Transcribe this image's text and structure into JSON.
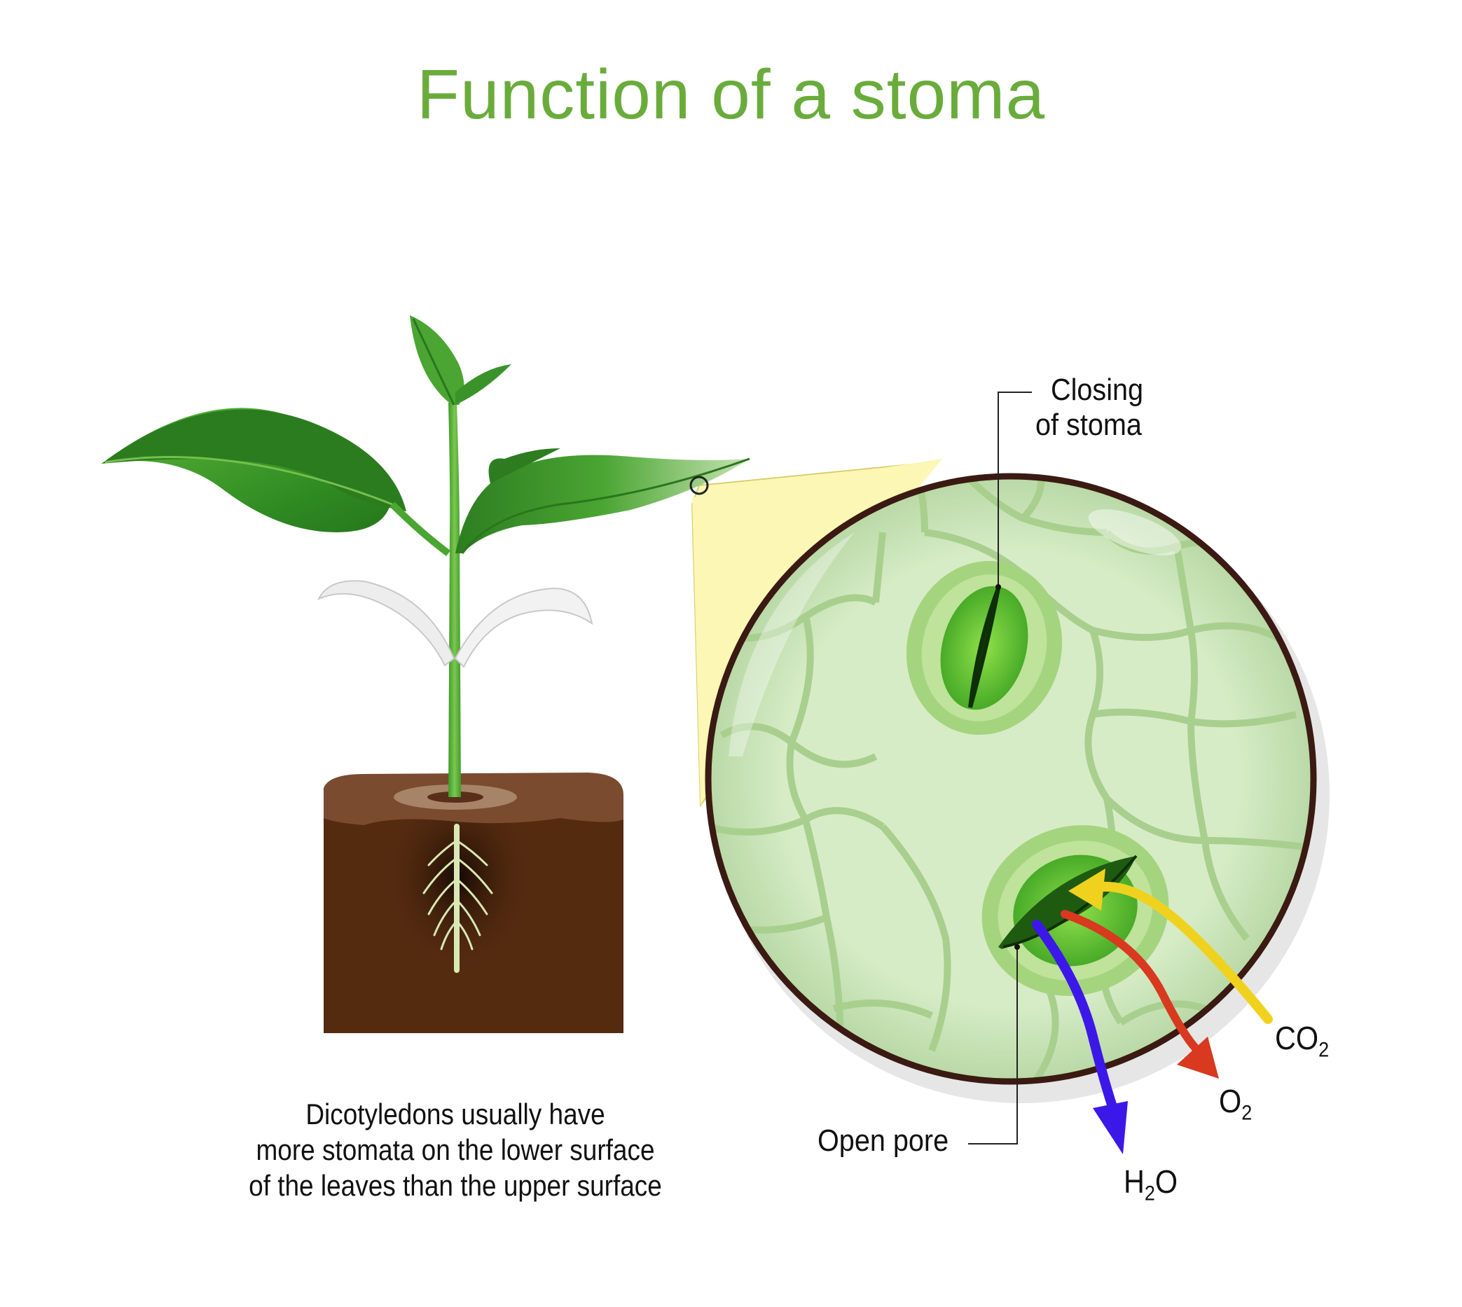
{
  "title": "Function of a stoma",
  "caption": {
    "line1": "Dicotyledons usually have",
    "line2": "more  stomata on the lower surface",
    "line3": "of the leaves than the upper surface"
  },
  "labels": {
    "closing_line1": "Closing",
    "closing_line2": "of stoma",
    "open_pore": "Open pore"
  },
  "gases": {
    "co2": {
      "main": "CO",
      "sub": "2",
      "tail": ""
    },
    "o2": {
      "main": "O",
      "sub": "2",
      "tail": ""
    },
    "h2o": {
      "main": "H",
      "sub": "2",
      "tail": "O"
    }
  },
  "colors": {
    "title": "#6aac3c",
    "leaf": "#3f9a2c",
    "soil": "#552b10",
    "soil_top": "#7a4b2e",
    "co2_arrow": "#f0d21e",
    "o2_arrow": "#d8391f",
    "h2o_arrow": "#3c18e8",
    "magnifier_fill": "#d4ebc2",
    "magnifier_border": "#3a1a12",
    "zoom_cone": "#fcf7b4"
  }
}
